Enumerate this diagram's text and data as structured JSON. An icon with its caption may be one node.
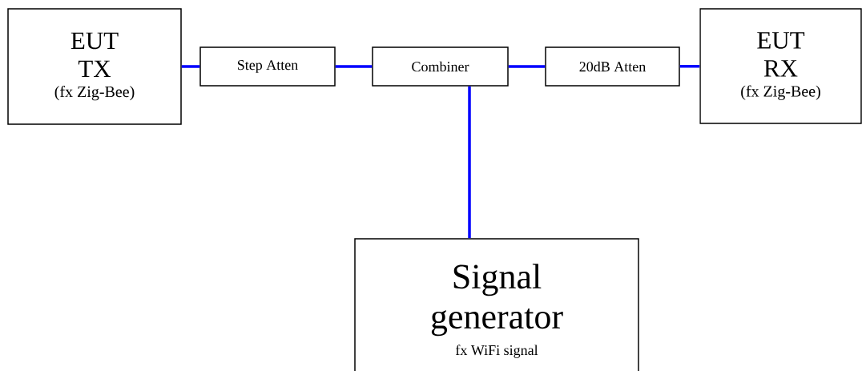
{
  "diagram": {
    "nodes": [
      {
        "text": [
          "EUT TX",
          "(fx Zig-Bee)"
        ]
      },
      {
        "text": [
          "Step Atten"
        ]
      },
      {
        "text": [
          "Combiner"
        ]
      },
      {
        "text": [
          "20dB Atten"
        ]
      },
      {
        "text": [
          "EUT RX",
          "(fx Zig-Bee)"
        ]
      },
      {
        "text": [
          "Signal generator",
          "fx WiFi signal"
        ]
      }
    ],
    "edges": [
      {
        "from": 0,
        "to": 1,
        "arrow": "none"
      },
      {
        "from": 1,
        "to": 2,
        "arrow": "none"
      },
      {
        "from": 2,
        "to": 3,
        "arrow": "none"
      },
      {
        "from": 3,
        "to": 4,
        "arrow": "none"
      },
      {
        "from": 2,
        "to": 5,
        "arrow": "none"
      }
    ]
  }
}
